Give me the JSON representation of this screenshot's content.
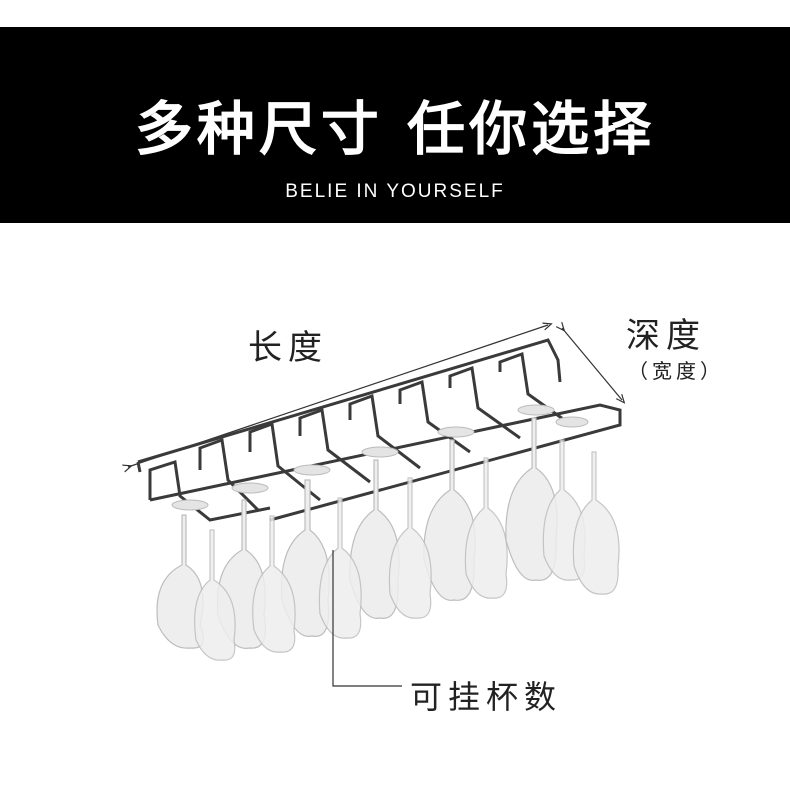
{
  "banner": {
    "title": "多种尺寸 任你选择",
    "subtitle": "BELIE IN YOURSELF"
  },
  "dimensions": {
    "length_label": "长度",
    "depth_label": "深度",
    "width_note": "（宽度）",
    "cup_count_label": "可挂杯数"
  },
  "product": {
    "icon": "wine-glass-rack-icon",
    "rack_color": "#3a3a3a",
    "glass_color": "#cfcfcf"
  }
}
